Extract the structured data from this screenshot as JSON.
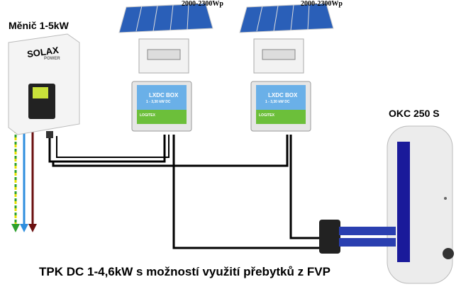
{
  "inverter": {
    "title": "Měnič 1-5kW",
    "brand": "SOLAX",
    "brand_sub": "POWER"
  },
  "arrays": [
    {
      "power": "2000-2300Wp",
      "box_title": "LXDC BOX",
      "box_sub": "1 - 3,30 kW DC",
      "box_brand": "LOGITEX"
    },
    {
      "power": "2000-2300Wp",
      "box_title": "LXDC BOX",
      "box_sub": "1 - 3,30 kW DC",
      "box_brand": "LOGITEX"
    }
  ],
  "tank": {
    "title": "OKC 250 S"
  },
  "caption": "TPK DC 1-4,6kW s možností využití přebytků z FVP",
  "colors": {
    "wire": "#000000",
    "blue": "#2e8ede",
    "brown": "#6b1010",
    "green": "#2ea02e",
    "yellow": "#e8e000",
    "panel": "#2a5fb8",
    "tank": "#e8e8e8",
    "tank_inner": "#1a1a9a"
  }
}
